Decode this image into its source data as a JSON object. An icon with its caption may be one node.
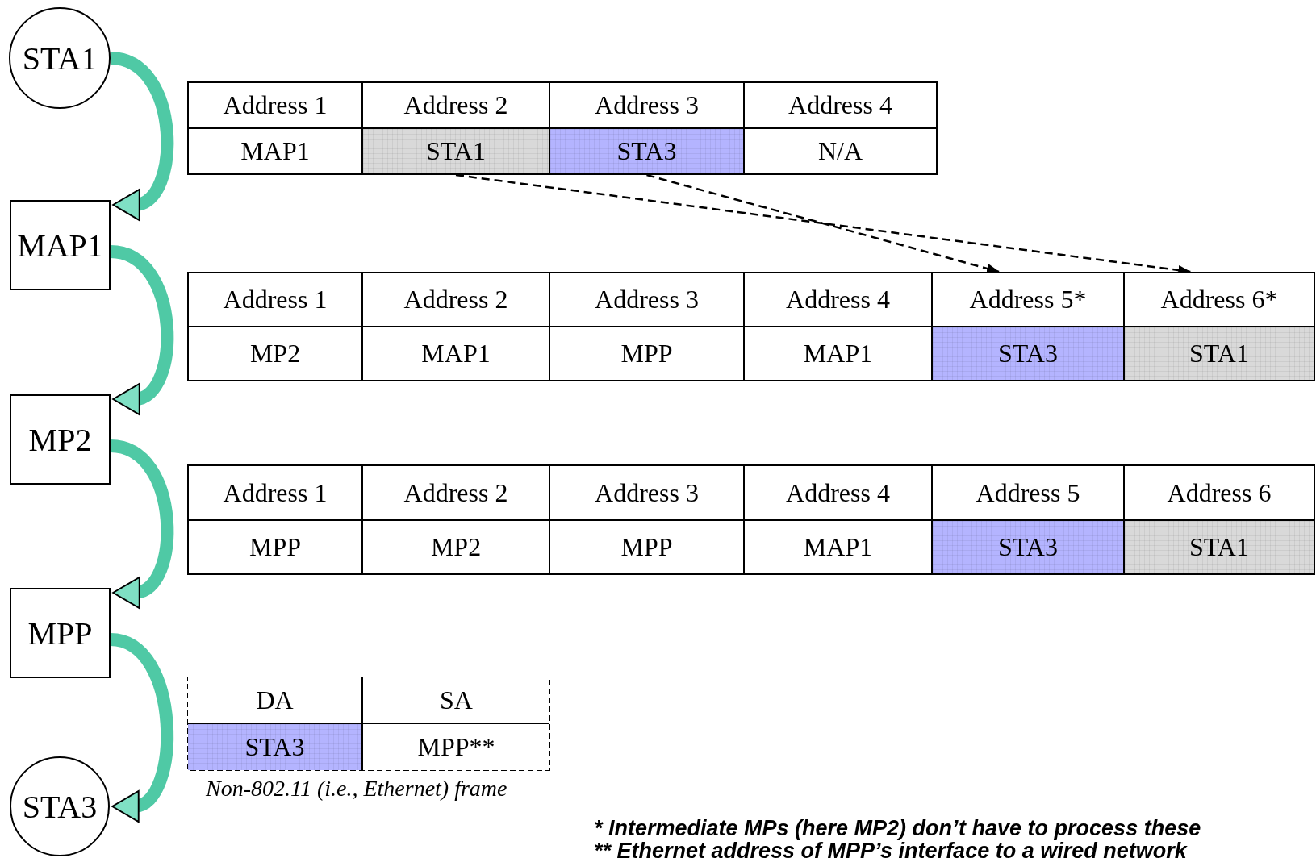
{
  "diagram": {
    "nodes": [
      {
        "text": [
          "STA1"
        ]
      },
      {
        "text": [
          "MAP1"
        ]
      },
      {
        "text": [
          "MP2"
        ]
      },
      {
        "text": [
          "MPP"
        ]
      },
      {
        "text": [
          "STA3"
        ]
      },
      {
        "text": [
          "Address 1"
        ]
      },
      {
        "text": [
          "Address 2"
        ]
      },
      {
        "text": [
          "Address 3"
        ]
      },
      {
        "text": [
          "Address 4"
        ]
      },
      {
        "text": [
          "MAP1"
        ]
      },
      {
        "text": [
          "STA1"
        ]
      },
      {
        "text": [
          "STA3"
        ]
      },
      {
        "text": [
          "N/A"
        ]
      },
      {
        "text": [
          "Address 1"
        ]
      },
      {
        "text": [
          "Address 2"
        ]
      },
      {
        "text": [
          "Address 3"
        ]
      },
      {
        "text": [
          "Address 4"
        ]
      },
      {
        "text": [
          "Address 5*"
        ]
      },
      {
        "text": [
          "Address 6*"
        ]
      },
      {
        "text": [
          "MP2"
        ]
      },
      {
        "text": [
          "MAP1"
        ]
      },
      {
        "text": [
          "MPP"
        ]
      },
      {
        "text": [
          "MAP1"
        ]
      },
      {
        "text": [
          "STA3"
        ]
      },
      {
        "text": [
          "STA1"
        ]
      },
      {
        "text": [
          "Address 1"
        ]
      },
      {
        "text": [
          "Address 2"
        ]
      },
      {
        "text": [
          "Address 3"
        ]
      },
      {
        "text": [
          "Address 4"
        ]
      },
      {
        "text": [
          "Address 5"
        ]
      },
      {
        "text": [
          "Address 6"
        ]
      },
      {
        "text": [
          "MPP"
        ]
      },
      {
        "text": [
          "MP2"
        ]
      },
      {
        "text": [
          "MPP"
        ]
      },
      {
        "text": [
          "MAP1"
        ]
      },
      {
        "text": [
          "STA3"
        ]
      },
      {
        "text": [
          "STA1"
        ]
      },
      {
        "text": [
          "DA"
        ]
      },
      {
        "text": [
          "SA"
        ]
      },
      {
        "text": [
          "STA3"
        ]
      },
      {
        "text": [
          "MPP**"
        ]
      }
    ],
    "edges": [
      {
        "from": 0,
        "to": 1,
        "arrow": "to"
      },
      {
        "from": 1,
        "to": 2,
        "arrow": "to"
      },
      {
        "from": 2,
        "to": 3,
        "arrow": "to"
      },
      {
        "from": 3,
        "to": 4,
        "arrow": "to"
      },
      {
        "from": 10,
        "to": 18,
        "arrow": "to",
        "style": "dashed",
        "color": "#000000"
      },
      {
        "from": 11,
        "to": 17,
        "arrow": "to",
        "style": "dashed",
        "color": "#000000"
      }
    ],
    "labels": [
      "Non-802.11 (i.e., Ethernet) frame",
      "* Intermediate MPs (here MP2) don’t have to process these",
      "** Ethernet address of MPP’s interface to a wired network"
    ]
  }
}
